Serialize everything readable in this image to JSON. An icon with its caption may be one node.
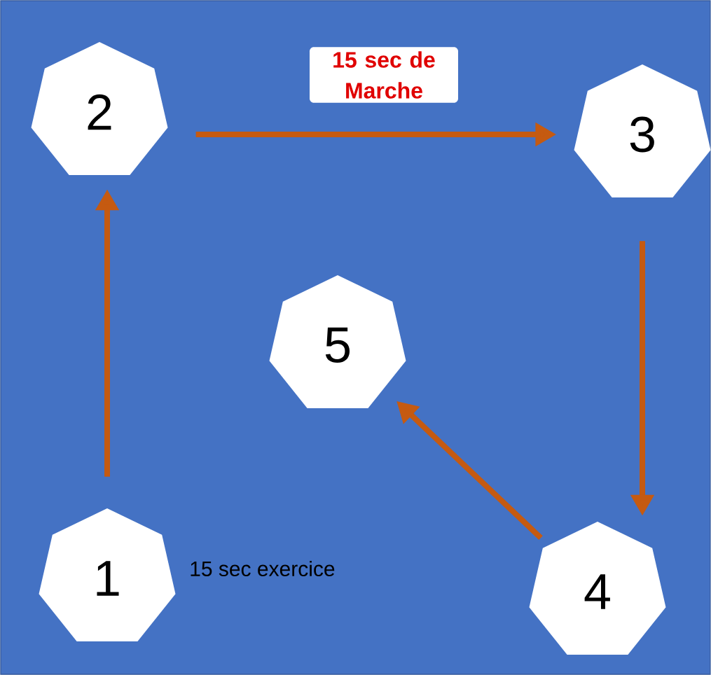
{
  "diagram": {
    "nodes": [
      {
        "text": [
          "2"
        ]
      },
      {
        "text": [
          "3"
        ]
      },
      {
        "text": [
          "5"
        ]
      },
      {
        "text": [
          "1"
        ],
        "beside": [
          "15 sec exercice"
        ]
      },
      {
        "text": [
          "4"
        ]
      }
    ],
    "edges": [
      {
        "from": 3,
        "to": 0,
        "arrow": "to"
      },
      {
        "from": 0,
        "to": 1,
        "arrow": "to",
        "label": "15 sec de Marche"
      },
      {
        "from": 1,
        "to": 4,
        "arrow": "to"
      },
      {
        "from": 4,
        "to": 2,
        "arrow": "to"
      }
    ]
  }
}
